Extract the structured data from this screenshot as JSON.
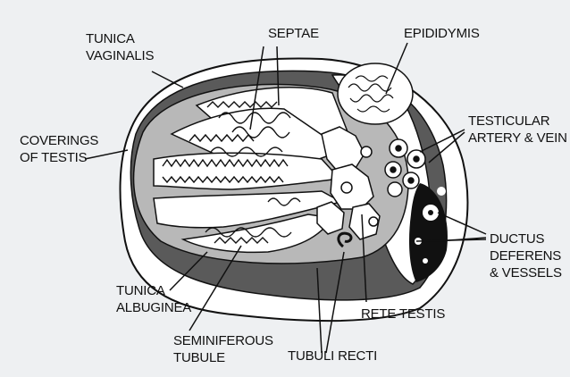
{
  "labels": {
    "tunica_vaginalis": [
      "TUNICA",
      "VAGINALIS"
    ],
    "septae": "SEPTAE",
    "epididymis": "EPIDIDYMIS",
    "coverings_of_testis": [
      "COVERINGS",
      "OF TESTIS"
    ],
    "testicular_artery_vein": [
      "TESTICULAR",
      "ARTERY & VEIN"
    ],
    "ductus_deferens": [
      "DUCTUS",
      "DEFERENS",
      "& VESSELS"
    ],
    "tunica_albuginea": [
      "TUNICA",
      "ALBUGINEA"
    ],
    "rete_testis": "RETE TESTIS",
    "seminiferous_tubule": [
      "SEMINIFEROUS",
      "TUBULE"
    ],
    "tubuli_recti": "TUBULI RECTI"
  },
  "colors": {
    "background": "#eef0f2",
    "tunica_vaginalis": "#5a5a5a",
    "albuginea": "#b8b8b8",
    "lobule": "#ffffff",
    "outline": "#111111"
  }
}
